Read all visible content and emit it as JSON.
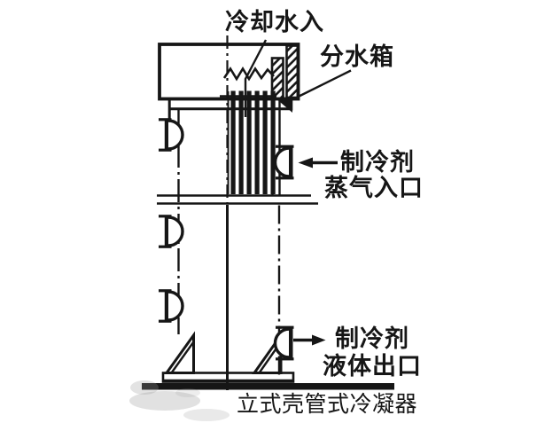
{
  "figure": {
    "type": "technical-diagram",
    "subject": "vertical shell-and-tube condenser",
    "caption": "立式壳管式冷凝器",
    "callouts": {
      "cooling_water_inlet": "冷却水入",
      "water_distribution_box": "分水箱",
      "refrigerant_vapor_inlet_line1": "制冷剂",
      "refrigerant_vapor_inlet_line2": "蒸气入口",
      "refrigerant_liquid_outlet_line1": "制冷剂",
      "refrigerant_liquid_outlet_line2": "液体出口"
    },
    "colors": {
      "ink": "#161616",
      "background": "#ffffff"
    }
  }
}
